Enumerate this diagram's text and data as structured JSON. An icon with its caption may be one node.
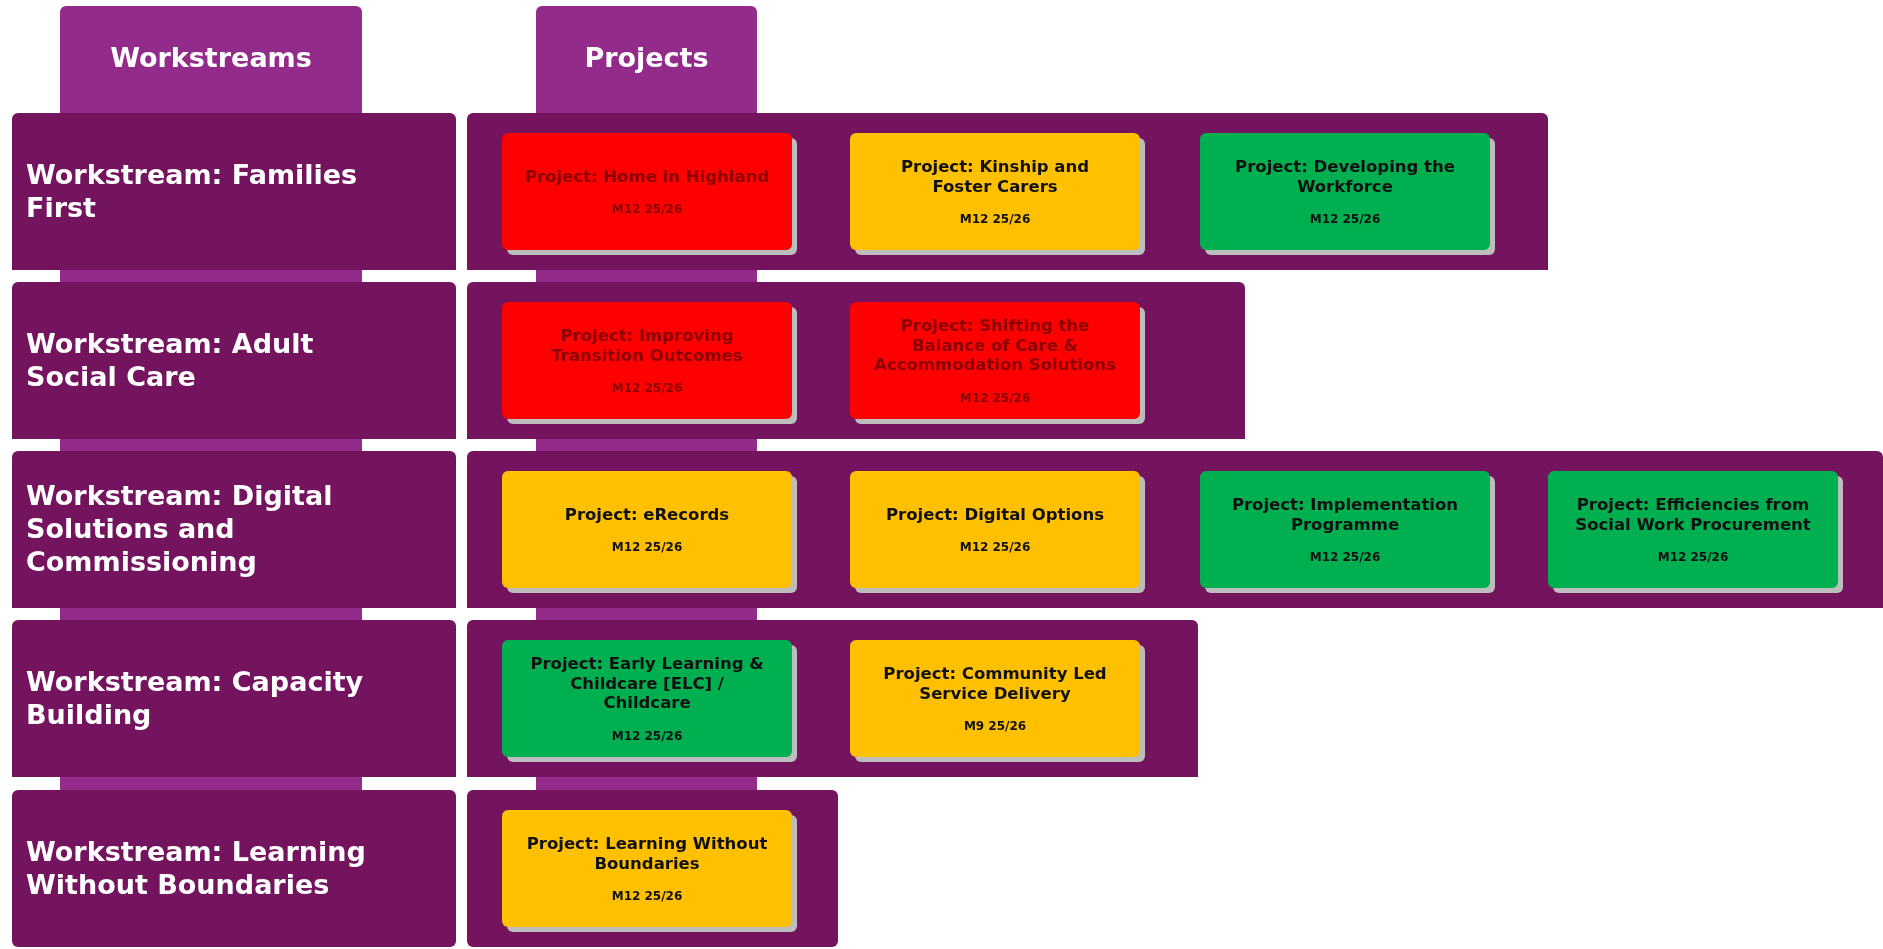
{
  "diagram": {
    "nodes": [
      {
        "text": [
          "Workstreams"
        ]
      },
      {
        "text": [
          "Projects"
        ]
      },
      {
        "text": [
          "Workstream: Families First"
        ]
      },
      {
        "text": [],
        "shape": "box"
      },
      {
        "text": [
          "Project: Home in Highland",
          "M12 25/26"
        ],
        "in": 3
      },
      {
        "text": [
          "Project: Kinship and Foster Carers",
          "M12 25/26"
        ],
        "in": 3
      },
      {
        "text": [
          "Project: Developing the Workforce",
          "M12 25/26"
        ],
        "in": 3
      },
      {
        "text": [
          "Workstream: Adult Social Care"
        ]
      },
      {
        "text": [],
        "shape": "box"
      },
      {
        "text": [
          "Project: Improving Transition Outcomes",
          "M12 25/26"
        ],
        "in": 8
      },
      {
        "text": [
          "Project: Shifting the Balance of Care & Accommodation Solutions",
          "M12 25/26"
        ],
        "in": 8
      },
      {
        "text": [
          "Workstream: Digital Solutions and Commissioning"
        ]
      },
      {
        "text": [],
        "shape": "box"
      },
      {
        "text": [
          "Project: eRecords",
          "M12 25/26"
        ],
        "in": 12
      },
      {
        "text": [
          "Project: Digital Options",
          "M12 25/26"
        ],
        "in": 12
      },
      {
        "text": [
          "Project: Implementation Programme",
          "M12 25/26"
        ],
        "in": 12
      },
      {
        "text": [
          "Project: Efficiencies from Social Work Procurement",
          "M12 25/26"
        ],
        "in": 12
      },
      {
        "text": [
          "Workstream: Capacity Building"
        ]
      },
      {
        "text": [],
        "shape": "box"
      },
      {
        "text": [
          "Project: Early Learning & Childcare [ELC] / Childcare",
          "M12 25/26"
        ],
        "in": 18
      },
      {
        "text": [
          "Project: Community Led Service Delivery",
          "M9 25/26"
        ],
        "in": 18
      },
      {
        "text": [
          "Workstream: Learning Without Boundaries"
        ]
      },
      {
        "text": [],
        "shape": "box"
      },
      {
        "text": [
          "Project: Learning Without Boundaries",
          "M12 25/26"
        ],
        "in": 22
      }
    ]
  }
}
